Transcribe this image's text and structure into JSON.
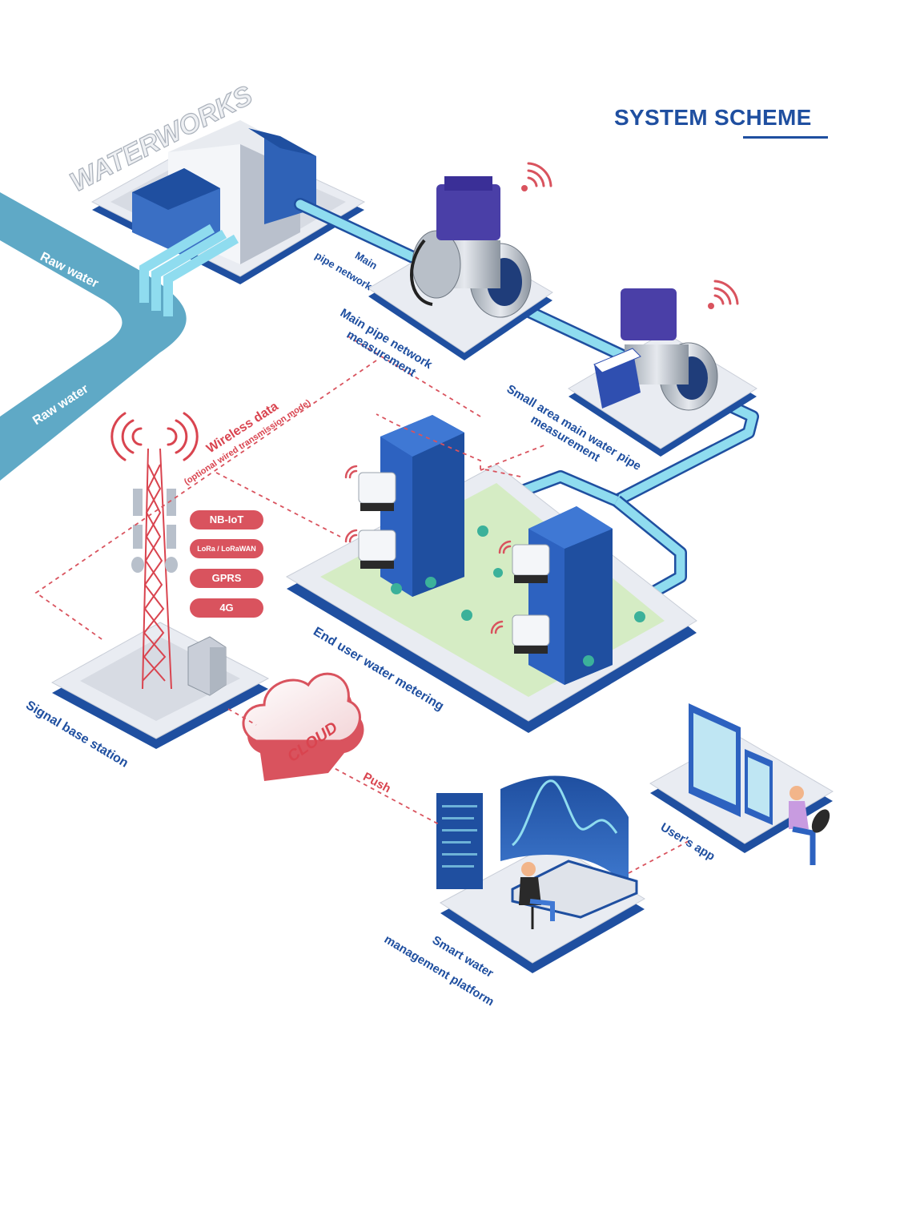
{
  "title": "SYSTEM SCHEME",
  "waterworks_sign": "WATERWORKS",
  "labels": {
    "raw_water_1": "Raw water",
    "raw_water_2": "Raw water",
    "main_pipe_network_l1": "Main",
    "main_pipe_network_l2": "pipe network",
    "main_measure_l1": "Main pipe network",
    "main_measure_l2": "measurement",
    "small_area_l1": "Small area main water pipe",
    "small_area_l2": "measurement",
    "wireless_l1": "Wireless data",
    "wireless_l2": "(optional wired transmission mode)",
    "end_user": "End user water metering",
    "signal_base": "Signal base station",
    "cloud": "CLOUD",
    "push": "Push",
    "users_app": "User's app",
    "platform_l1": "Smart water",
    "platform_l2": "management platform"
  },
  "protocols": [
    "NB-IoT",
    "LoRa / LoRaWAN",
    "GPRS",
    "4G"
  ],
  "colors": {
    "brand_blue": "#1f4fa0",
    "accent_red": "#d9535e",
    "water": "#5fb0cf",
    "pipe": "#8fdcef",
    "platform": "#e9ecf2",
    "platform_edge": "#1f4fa0"
  },
  "icons": [
    "signal-wave-icon",
    "cloud-icon",
    "tablet-icon",
    "phone-icon",
    "person-icon"
  ]
}
